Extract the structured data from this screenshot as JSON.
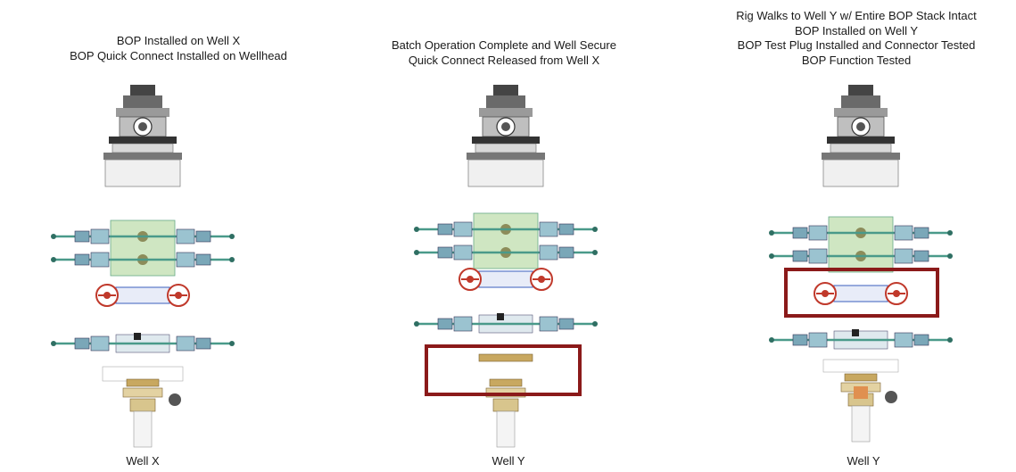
{
  "panels": [
    {
      "lines": [
        "BOP Installed on Well X",
        "BOP Quick Connect Installed on Wellhead"
      ],
      "well_label": "Well X"
    },
    {
      "lines": [
        "Batch Operation Complete and Well Secure",
        "Quick Connect Released from Well X"
      ],
      "well_label": "Well Y"
    },
    {
      "lines": [
        "Rig Walks to Well Y w/ Entire BOP Stack Intact",
        "BOP Installed on Well Y",
        "BOP Test Plug Installed and Connector Tested",
        "BOP Function Tested"
      ],
      "well_label": "Well Y"
    }
  ],
  "colors": {
    "highlight_box": "#8b1a1a",
    "quick_connect": "#c0392b",
    "valve_teal": "#4a9a8a",
    "ram_green": "#b8d8a8",
    "connector_blue": "#5a78c8",
    "wellhead_yellow": "#c8a860"
  }
}
